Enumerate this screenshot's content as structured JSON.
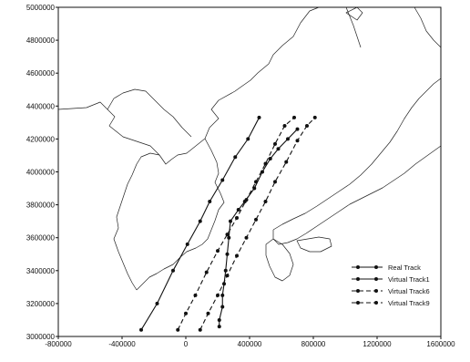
{
  "chart_data": {
    "type": "line",
    "title": "",
    "xlabel": "",
    "ylabel": "",
    "xlim": [
      -800000,
      1600000
    ],
    "ylim": [
      3000000,
      5000000
    ],
    "xticks": [
      -800000,
      -400000,
      0,
      400000,
      800000,
      1200000,
      1600000
    ],
    "yticks": [
      3000000,
      3200000,
      3400000,
      3600000,
      3800000,
      4000000,
      4200000,
      4400000,
      4600000,
      4800000,
      5000000
    ],
    "legend_position": "bottom-right",
    "grid": false,
    "series": [
      {
        "name": "Real Track",
        "style": "solid",
        "marker": "dot",
        "color": "#111111",
        "points": [
          [
            210000,
            3060000
          ],
          [
            210000,
            3100000
          ],
          [
            230000,
            3180000
          ],
          [
            230000,
            3250000
          ],
          [
            240000,
            3320000
          ],
          [
            250000,
            3400000
          ],
          [
            260000,
            3500000
          ],
          [
            270000,
            3600000
          ],
          [
            280000,
            3700000
          ],
          [
            330000,
            3770000
          ],
          [
            370000,
            3820000
          ],
          [
            430000,
            3900000
          ],
          [
            480000,
            4000000
          ],
          [
            530000,
            4080000
          ],
          [
            580000,
            4140000
          ],
          [
            640000,
            4200000
          ],
          [
            700000,
            4260000
          ]
        ]
      },
      {
        "name": "Virtual Track1",
        "style": "solid",
        "marker": "dot",
        "color": "#111111",
        "points": [
          [
            -280000,
            3040000
          ],
          [
            -180000,
            3200000
          ],
          [
            -80000,
            3400000
          ],
          [
            10000,
            3560000
          ],
          [
            90000,
            3700000
          ],
          [
            150000,
            3820000
          ],
          [
            230000,
            3950000
          ],
          [
            310000,
            4090000
          ],
          [
            390000,
            4200000
          ],
          [
            460000,
            4330000
          ]
        ]
      },
      {
        "name": "Virtual Track6",
        "style": "dashed",
        "marker": "dot",
        "color": "#111111",
        "points": [
          [
            -50000,
            3040000
          ],
          [
            0,
            3140000
          ],
          [
            60000,
            3250000
          ],
          [
            130000,
            3390000
          ],
          [
            200000,
            3520000
          ],
          [
            260000,
            3620000
          ],
          [
            320000,
            3720000
          ],
          [
            380000,
            3830000
          ],
          [
            440000,
            3940000
          ],
          [
            500000,
            4050000
          ],
          [
            560000,
            4170000
          ],
          [
            620000,
            4280000
          ],
          [
            680000,
            4330000
          ]
        ]
      },
      {
        "name": "Virtual Track9",
        "style": "dashed",
        "marker": "dot",
        "color": "#111111",
        "points": [
          [
            90000,
            3040000
          ],
          [
            140000,
            3140000
          ],
          [
            200000,
            3250000
          ],
          [
            260000,
            3370000
          ],
          [
            320000,
            3490000
          ],
          [
            380000,
            3600000
          ],
          [
            440000,
            3710000
          ],
          [
            500000,
            3820000
          ],
          [
            560000,
            3940000
          ],
          [
            630000,
            4060000
          ],
          [
            700000,
            4190000
          ],
          [
            760000,
            4280000
          ],
          [
            810000,
            4330000
          ]
        ]
      }
    ]
  }
}
